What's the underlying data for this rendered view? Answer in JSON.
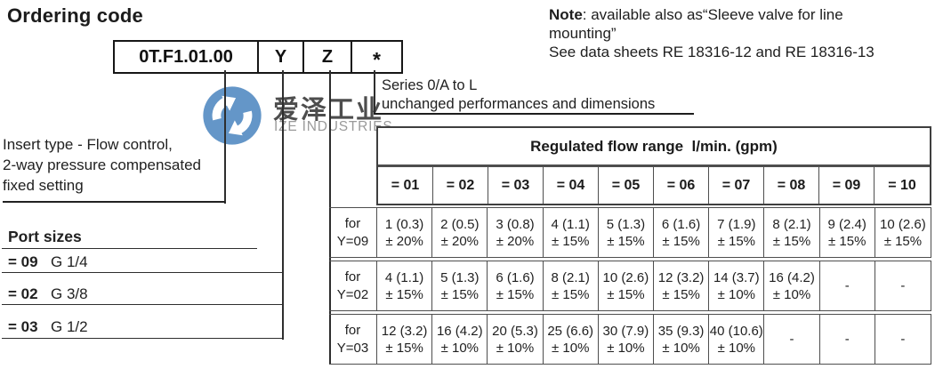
{
  "page": {
    "title": "Ordering code"
  },
  "note": {
    "label": "Note",
    "line1_rest": ": available also as“Sleeve valve for line",
    "line2": "mounting”",
    "line3": "See data sheets RE 18316-12 and RE 18316-13"
  },
  "ordering_code": {
    "base": "0T.F1.01.00",
    "y": "Y",
    "z": "Z",
    "star": "*"
  },
  "series_note": {
    "line1": "Series 0/A to L",
    "line2": "unchanged performances and dimensions"
  },
  "insert_type": {
    "line1": "Insert type - Flow control,",
    "line2": "2-way pressure compensated",
    "line3": "fixed setting"
  },
  "port_sizes": {
    "heading": "Port sizes",
    "items": [
      {
        "code": "= 09",
        "size": "G 1/4"
      },
      {
        "code": "= 02",
        "size": "G 3/8"
      },
      {
        "code": "= 03",
        "size": "G 1/2"
      }
    ]
  },
  "watermark": {
    "cn": "爱泽工业",
    "en": "IZE INDUSTRIES",
    "logo_blue": "#6496c8",
    "cn_color": "#4d4d4d",
    "en_color": "#9a9a9a"
  },
  "flow_table": {
    "title": "Regulated flow range  l/min. (gpm)",
    "col_headers": [
      "= 01",
      "= 02",
      "= 03",
      "= 04",
      "= 05",
      "= 06",
      "= 07",
      "= 08",
      "= 09",
      "= 10"
    ],
    "rows": [
      {
        "label": [
          "for",
          "Y=09"
        ],
        "cells": [
          [
            "1 (0.3)",
            "± 20%"
          ],
          [
            "2 (0.5)",
            "± 20%"
          ],
          [
            "3 (0.8)",
            "± 20%"
          ],
          [
            "4 (1.1)",
            "± 15%"
          ],
          [
            "5 (1.3)",
            "± 15%"
          ],
          [
            "6 (1.6)",
            "± 15%"
          ],
          [
            "7 (1.9)",
            "± 15%"
          ],
          [
            "8 (2.1)",
            "± 15%"
          ],
          [
            "9 (2.4)",
            "± 15%"
          ],
          [
            "10 (2.6)",
            "± 15%"
          ]
        ]
      },
      {
        "label": [
          "for",
          "Y=02"
        ],
        "cells": [
          [
            "4 (1.1)",
            "± 15%"
          ],
          [
            "5 (1.3)",
            "± 15%"
          ],
          [
            "6 (1.6)",
            "± 15%"
          ],
          [
            "8 (2.1)",
            "± 15%"
          ],
          [
            "10 (2.6)",
            "± 15%"
          ],
          [
            "12 (3.2)",
            "± 15%"
          ],
          [
            "14 (3.7)",
            "± 10%"
          ],
          [
            "16 (4.2)",
            "± 10%"
          ],
          [
            "-"
          ],
          [
            "-"
          ]
        ]
      },
      {
        "label": [
          "for",
          "Y=03"
        ],
        "cells": [
          [
            "12 (3.2)",
            "± 15%"
          ],
          [
            "16 (4.2)",
            "± 10%"
          ],
          [
            "20 (5.3)",
            "± 10%"
          ],
          [
            "25 (6.6)",
            "± 10%"
          ],
          [
            "30 (7.9)",
            "± 10%"
          ],
          [
            "35 (9.3)",
            "± 10%"
          ],
          [
            "40 (10.6)",
            "± 10%"
          ],
          [
            "-"
          ],
          [
            "-"
          ],
          [
            "-"
          ]
        ]
      }
    ]
  }
}
